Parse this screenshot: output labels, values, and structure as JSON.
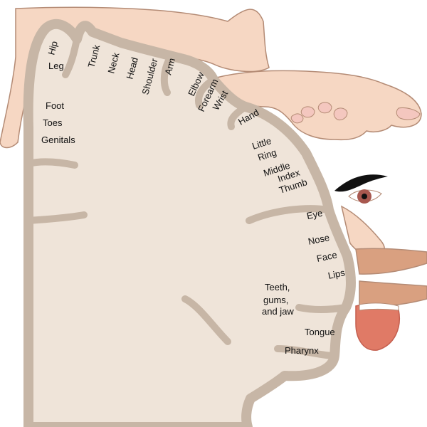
{
  "colors": {
    "cortex_fill": "#efe4d9",
    "cortex_rim": "#c7b6a6",
    "skin": "#f6d7c3",
    "skin_line": "#b48b75",
    "lips": "#d9a080",
    "tongue": "#e07a66",
    "brow": "#111111",
    "iris": "#a8584f"
  },
  "labels": {
    "hip": "Hip",
    "leg": "Leg",
    "trunk": "Trunk",
    "neck": "Neck",
    "head": "Head",
    "shoulder": "Shoulder",
    "arm": "Arm",
    "elbow": "Elbow",
    "forearm": "Forearm",
    "wrist": "Wrist",
    "hand": "Hand",
    "foot": "Foot",
    "toes": "Toes",
    "genitals": "Genitals",
    "little": "Little",
    "ring": "Ring",
    "middle": "Middle",
    "index": "Index",
    "thumb": "Thumb",
    "eye": "Eye",
    "nose": "Nose",
    "face": "Face",
    "lips": "Lips",
    "teeth_1": "Teeth,",
    "teeth_2": "gums,",
    "teeth_3": "and jaw",
    "tongue": "Tongue",
    "pharynx": "Pharynx"
  }
}
